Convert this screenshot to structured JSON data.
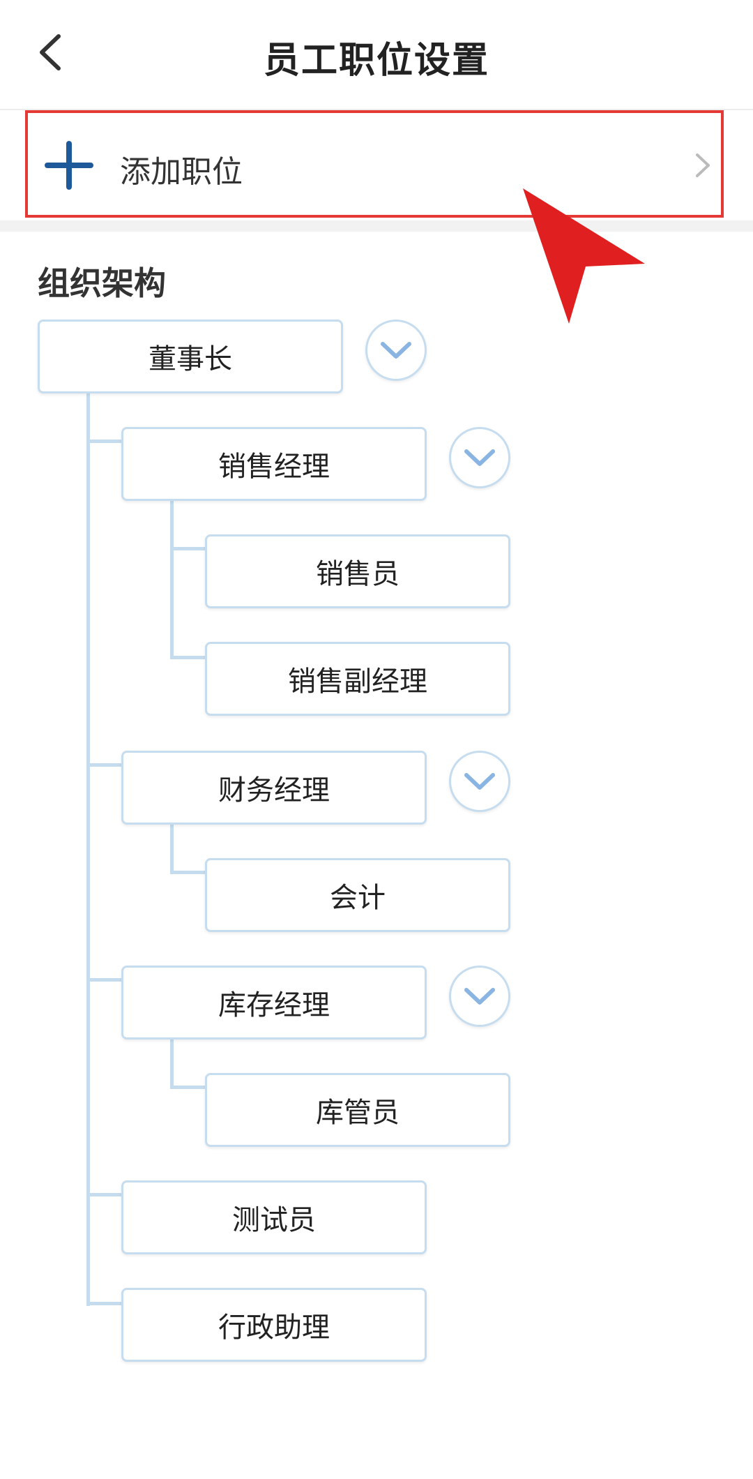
{
  "header": {
    "title": "员工职位设置"
  },
  "add_position": {
    "label": "添加职位"
  },
  "org": {
    "section_title": "组织架构",
    "nodes": [
      {
        "label": "董事长",
        "level": 0,
        "expandable": true
      },
      {
        "label": "销售经理",
        "level": 1,
        "expandable": true
      },
      {
        "label": "销售员",
        "level": 2,
        "expandable": false
      },
      {
        "label": "销售副经理",
        "level": 2,
        "expandable": false
      },
      {
        "label": "财务经理",
        "level": 1,
        "expandable": true
      },
      {
        "label": "会计",
        "level": 2,
        "expandable": false
      },
      {
        "label": "库存经理",
        "level": 1,
        "expandable": true
      },
      {
        "label": "库管员",
        "level": 2,
        "expandable": false
      },
      {
        "label": "测试员",
        "level": 1,
        "expandable": false
      },
      {
        "label": "行政助理",
        "level": 1,
        "expandable": false
      }
    ]
  },
  "colors": {
    "accent": "#1e5a9a",
    "tree_line": "#c5dcef",
    "highlight_border": "#e53935",
    "cursor": "#e02020"
  },
  "icons": {
    "back": "chevron-left-icon",
    "add": "plus-icon",
    "go": "chevron-right-icon",
    "expand": "chevron-down-icon",
    "pointer": "cursor-arrow-icon"
  }
}
